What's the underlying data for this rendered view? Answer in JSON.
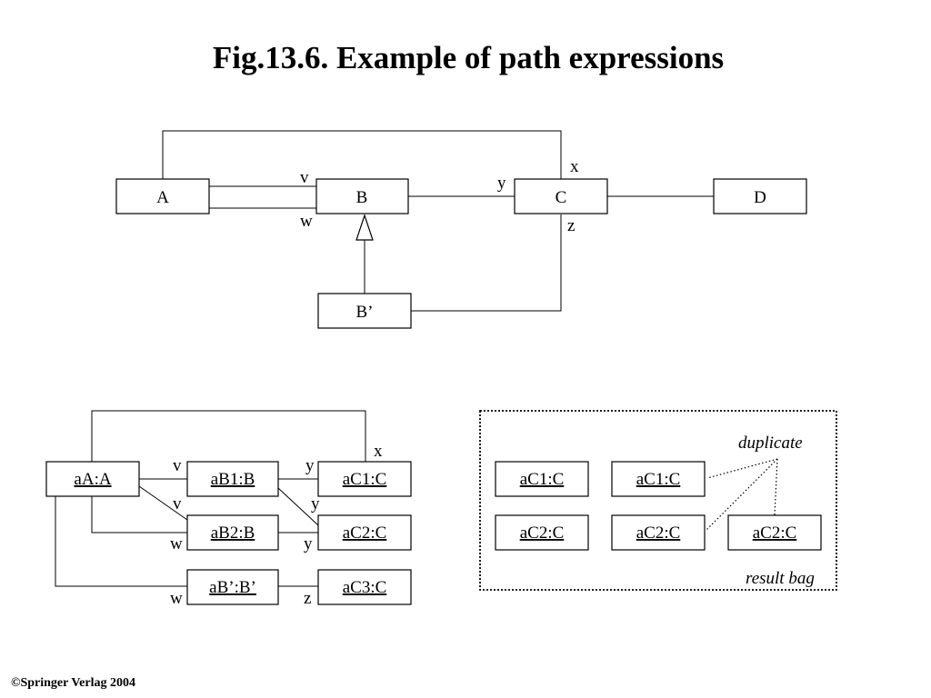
{
  "title": "Fig.13.6. Example of path expressions",
  "schema": {
    "classes": {
      "a": "A",
      "b": "B",
      "c": "C",
      "d": "D",
      "bprime": "B’"
    },
    "roles": {
      "v": "v",
      "w": "w",
      "x": "x",
      "y": "y",
      "z": "z"
    }
  },
  "instances": {
    "aA": "aA:A",
    "aB1": "aB1:B",
    "aB2": "aB2:B",
    "aBp": "aB’:B’",
    "aC1": "aC1:C",
    "aC2": "aC2:C",
    "aC3": "aC3:C"
  },
  "instance_labels": {
    "v1": "v",
    "y1": "y",
    "x1": "x",
    "v2": "v",
    "y2": "y",
    "w1": "w",
    "y3": "y",
    "w2": "w",
    "z1": "z"
  },
  "result": {
    "items": [
      "aC1:C",
      "aC1:C",
      "aC2:C",
      "aC2:C",
      "aC2:C"
    ],
    "duplicate_label": "duplicate",
    "bag_label": "result bag"
  },
  "copyright": "©Springer Verlag 2004"
}
